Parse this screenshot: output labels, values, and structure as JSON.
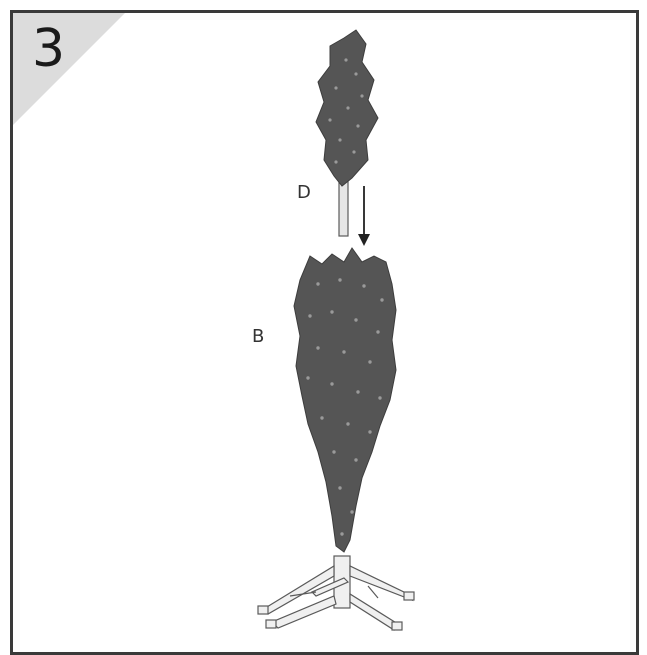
{
  "step": {
    "number": "3"
  },
  "parts": {
    "upper_section_label": "D",
    "lower_section_label": "B"
  },
  "colors": {
    "border": "#3a3a3a",
    "corner": "#dcdcdc",
    "foliage": "#555555",
    "foliage_highlight": "#9a9a9a",
    "pole": "#e6e6e6",
    "stand": "#f0f0f0",
    "outline": "#5a5a5a"
  },
  "icons": {
    "direction": "arrow-down-icon"
  }
}
